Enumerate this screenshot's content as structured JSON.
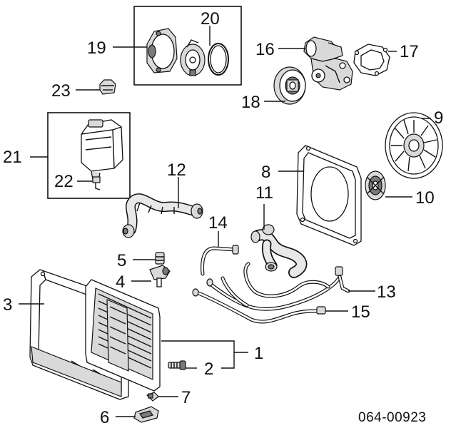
{
  "callouts": {
    "c1": "1",
    "c2": "2",
    "c3": "3",
    "c4": "4",
    "c5": "5",
    "c6": "6",
    "c7": "7",
    "c8": "8",
    "c9": "9",
    "c10": "10",
    "c11": "11",
    "c12": "12",
    "c13": "13",
    "c14": "14",
    "c15": "15",
    "c16": "16",
    "c17": "17",
    "c18": "18",
    "c19": "19",
    "c20": "20",
    "c21": "21",
    "c22": "22",
    "c23": "23"
  },
  "diagram_code": "064-00923"
}
